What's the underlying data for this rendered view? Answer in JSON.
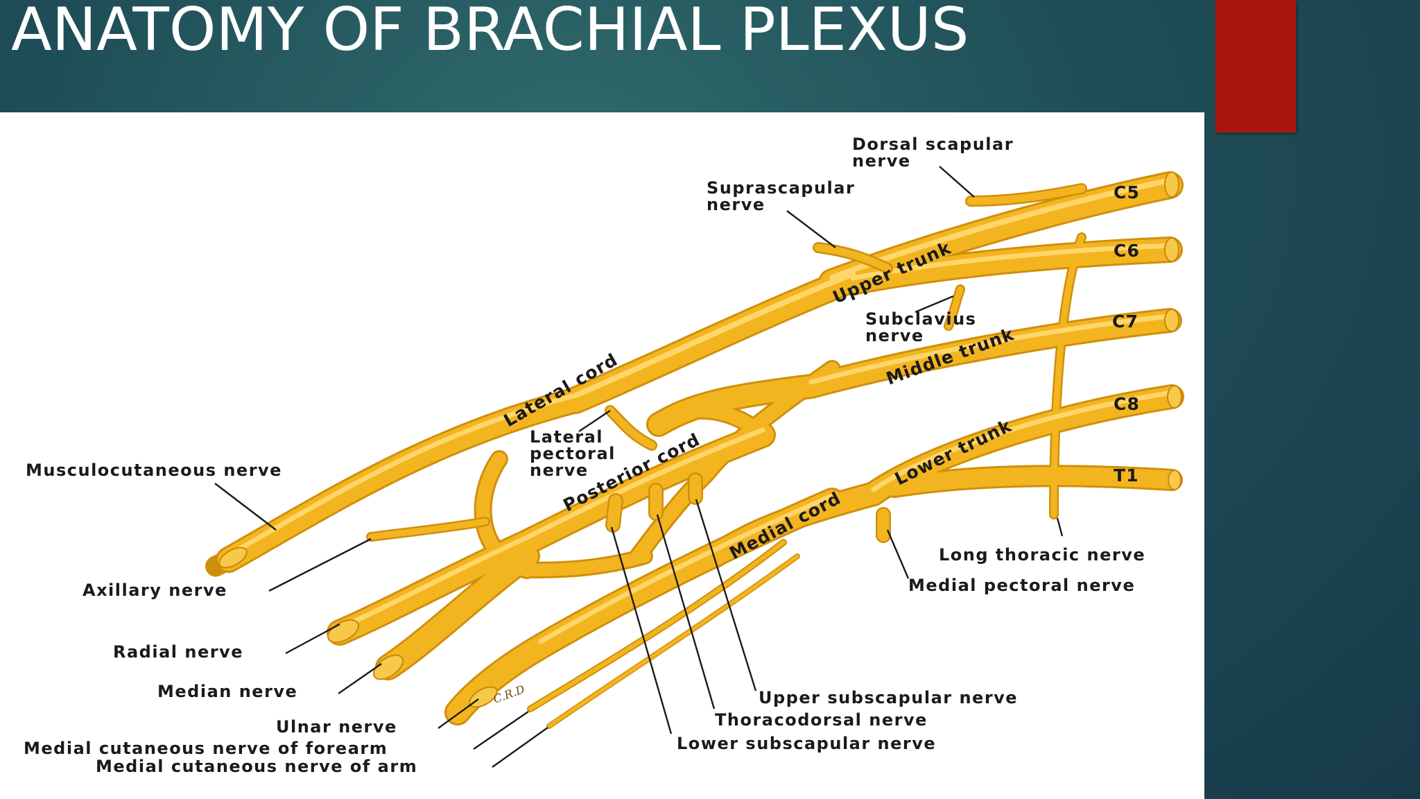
{
  "slide": {
    "title": "ANATOMY OF BRACHIAL PLEXUS",
    "accent_color": "#a8160f",
    "background_color": "#1f4d57"
  },
  "diagram": {
    "nerve_color": "#f3b51f",
    "roots": [
      "C5",
      "C6",
      "C7",
      "C8",
      "T1"
    ],
    "trunks": [
      "Upper trunk",
      "Middle trunk",
      "Lower trunk"
    ],
    "cords": [
      "Lateral cord",
      "Posterior cord",
      "Medial cord"
    ],
    "labels": {
      "dorsal_scapular": [
        "Dorsal scapular",
        "nerve"
      ],
      "suprascapular": [
        "Suprascapular",
        "nerve"
      ],
      "subclavius": [
        "Subclavius",
        "nerve"
      ],
      "lateral_pectoral": [
        "Lateral",
        "pectoral",
        "nerve"
      ],
      "musculocutaneous": "Musculocutaneous nerve",
      "axillary": "Axillary nerve",
      "radial": "Radial nerve",
      "median": "Median nerve",
      "ulnar": "Ulnar nerve",
      "med_cut_forearm": "Medial cutaneous nerve of forearm",
      "med_cut_arm": "Medial cutaneous nerve of arm",
      "long_thoracic": "Long thoracic nerve",
      "medial_pectoral": "Medial pectoral nerve",
      "upper_subscapular": "Upper subscapular nerve",
      "thoracodorsal": "Thoracodorsal nerve",
      "lower_subscapular": "Lower subscapular nerve"
    },
    "signature": "C.R.D"
  }
}
